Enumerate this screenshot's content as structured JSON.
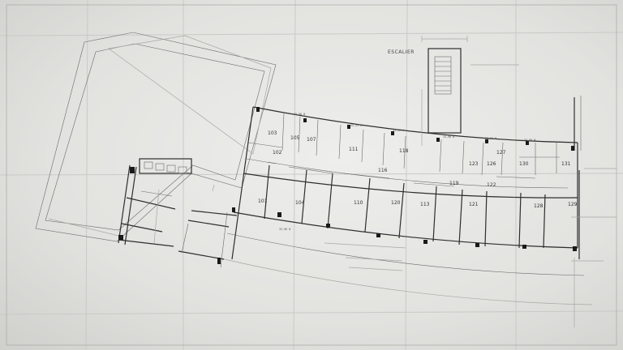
{
  "drawing": {
    "stair_label": "ESCALIER",
    "rooms": [
      {
        "id": "r103",
        "label": "103"
      },
      {
        "id": "r105",
        "label": "105"
      },
      {
        "id": "r107",
        "label": "107"
      },
      {
        "id": "r102",
        "label": "102"
      },
      {
        "id": "r111",
        "label": "111"
      },
      {
        "id": "r116",
        "label": "116"
      },
      {
        "id": "r118",
        "label": "118"
      },
      {
        "id": "r123",
        "label": "123"
      },
      {
        "id": "r126",
        "label": "126"
      },
      {
        "id": "r127",
        "label": "127"
      },
      {
        "id": "r130",
        "label": "130"
      },
      {
        "id": "r131",
        "label": "131"
      },
      {
        "id": "r119",
        "label": "119"
      },
      {
        "id": "r122",
        "label": "122"
      },
      {
        "id": "r101",
        "label": "101"
      },
      {
        "id": "r104",
        "label": "104"
      },
      {
        "id": "r110",
        "label": "110"
      },
      {
        "id": "r120",
        "label": "120"
      },
      {
        "id": "r113",
        "label": "113"
      },
      {
        "id": "r121",
        "label": "121"
      },
      {
        "id": "r128",
        "label": "128"
      },
      {
        "id": "r129",
        "label": "129"
      }
    ],
    "levels": [
      "33,96 N",
      "32,41 N",
      "33,96 N",
      "33,96 N",
      "33,96 N",
      "33,96 N",
      "33,96 N"
    ]
  }
}
